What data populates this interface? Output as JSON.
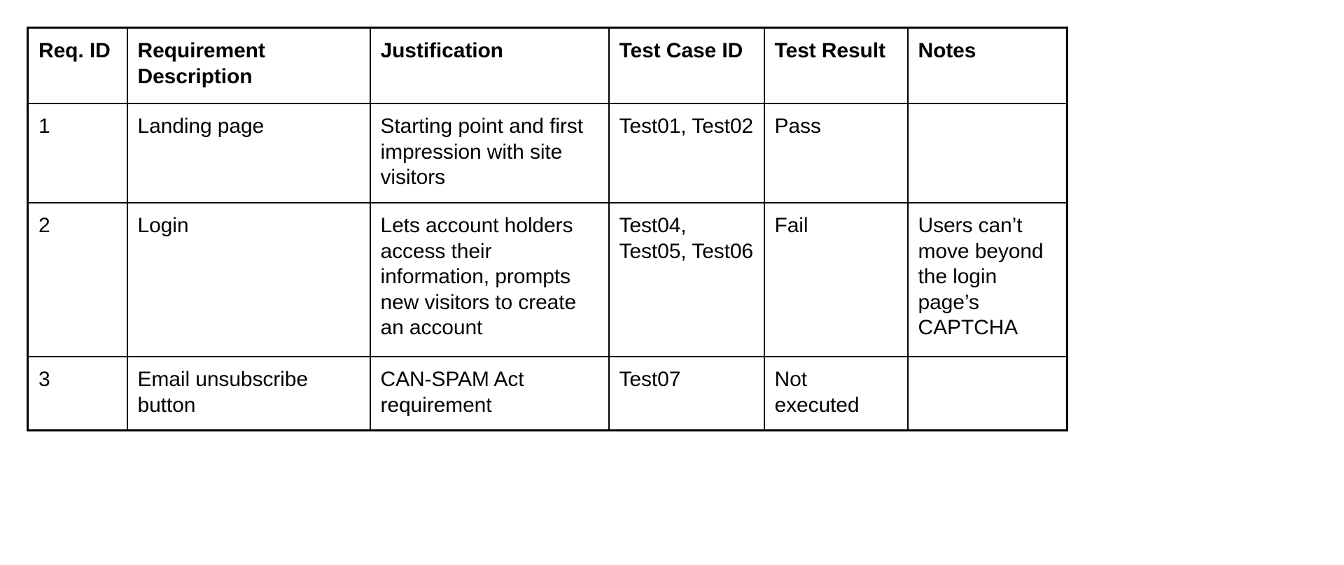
{
  "document": {
    "type": "requirements-traceability-table",
    "background_color": "#ffffff",
    "text_color": "#000000",
    "border_color": "#000000"
  },
  "table": {
    "headers": [
      {
        "key": "req_id",
        "label": "Req. ID"
      },
      {
        "key": "desc",
        "label": "Requirement Description"
      },
      {
        "key": "just",
        "label": "Justification"
      },
      {
        "key": "test_case",
        "label": "Test Case ID"
      },
      {
        "key": "test_res",
        "label": "Test Result"
      },
      {
        "key": "notes",
        "label": "Notes"
      }
    ],
    "rows": [
      {
        "req_id": "1",
        "desc": "Landing page",
        "just": "Starting point and first impression with site visitors",
        "test_case": "Test01, Test02",
        "test_res": "Pass",
        "notes": ""
      },
      {
        "req_id": "2",
        "desc": "Login",
        "just": "Lets account holders access their information, prompts new visitors to create an account",
        "test_case": "Test04, Test05, Test06",
        "test_res": "Fail",
        "notes": "Users can’t move beyond the login page’s CAPTCHA"
      },
      {
        "req_id": "3",
        "desc": "Email unsubscribe button",
        "just": "CAN-SPAM Act requirement",
        "test_case": "Test07",
        "test_res": "Not executed",
        "notes": ""
      }
    ]
  }
}
